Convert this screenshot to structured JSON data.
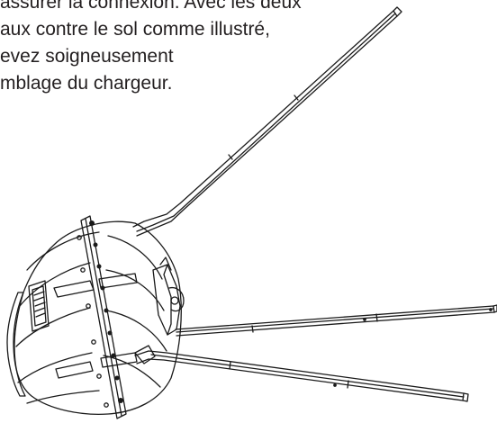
{
  "instruction": {
    "lines": [
      "assurer la connexion. Avec les deux",
      "aux contre le sol comme illustré,",
      "evez soigneusement",
      "mblage du chargeur."
    ]
  },
  "figure": {
    "subject": "charger-assembly-illustration",
    "label_plate_text": ""
  }
}
